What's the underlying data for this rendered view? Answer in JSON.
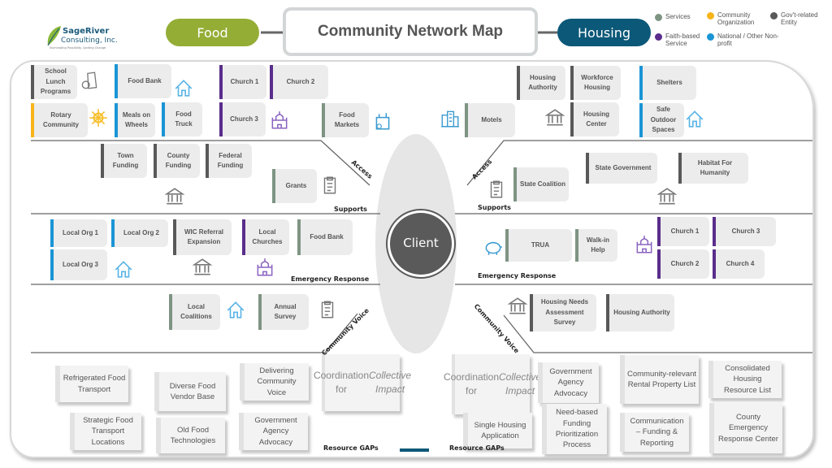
{
  "logo": {
    "name": "SageRiver",
    "sub": "Consulting, Inc.",
    "tagline": "Illuminating Possibility, Igniting Change"
  },
  "header": {
    "title": "Community Network Map",
    "left_pill": "Food",
    "right_pill": "Housing"
  },
  "colors": {
    "food": "#94ad35",
    "housing": "#0c5878",
    "services": "#7e9483",
    "community": "#f8b41b",
    "gov": "#595959",
    "faith": "#5a2d8c",
    "national": "#1a95d5",
    "client": "#5a5a5a"
  },
  "legend": [
    {
      "label": "Services",
      "category": "services"
    },
    {
      "label": "Community Organization",
      "category": "community"
    },
    {
      "label": "Gov't-related Entity",
      "category": "gov"
    },
    {
      "label": "Faith-based Service",
      "category": "faith"
    },
    {
      "label": "National / Other Non-profit",
      "category": "national"
    }
  ],
  "center": {
    "label": "Client"
  },
  "sections": {
    "access_left": "Access",
    "supports_left": "Supports",
    "emergency_left": "Emergency Response",
    "voice_left": "Community Voice",
    "gaps_left": "Resource GAPs",
    "access_right": "Access",
    "supports_right": "Supports",
    "emergency_right": "Emergency Response",
    "voice_right": "Community Voice",
    "gaps_right": "Resource GAPs"
  },
  "cards": [
    {
      "label": "School Lunch Programs",
      "category": "gov"
    },
    {
      "label": "Food Bank",
      "category": "national"
    },
    {
      "label": "Church 1",
      "category": "faith"
    },
    {
      "label": "Church 2",
      "category": "faith"
    },
    {
      "label": "Rotary Community",
      "category": "community"
    },
    {
      "label": "Meals on Wheels",
      "category": "national"
    },
    {
      "label": "Food Truck",
      "category": "national"
    },
    {
      "label": "Church 3",
      "category": "faith"
    },
    {
      "label": "Food Markets",
      "category": "services"
    },
    {
      "label": "Town Funding",
      "category": "gov"
    },
    {
      "label": "County Funding",
      "category": "gov"
    },
    {
      "label": "Federal Funding",
      "category": "gov"
    },
    {
      "label": "Grants",
      "category": "services"
    },
    {
      "label": "Local Org 1",
      "category": "national"
    },
    {
      "label": "Local Org 2",
      "category": "national"
    },
    {
      "label": "WIC Referral Expansion",
      "category": "gov"
    },
    {
      "label": "Local Churches",
      "category": "faith"
    },
    {
      "label": "Food Bank",
      "category": "services"
    },
    {
      "label": "Local Org 3",
      "category": "national"
    },
    {
      "label": "Local Coalitions",
      "category": "services"
    },
    {
      "label": "Annual Survey",
      "category": "services"
    },
    {
      "label": "Housing Authority",
      "category": "gov"
    },
    {
      "label": "Workforce Housing",
      "category": "gov"
    },
    {
      "label": "Shelters",
      "category": "national"
    },
    {
      "label": "Motels",
      "category": "services"
    },
    {
      "label": "Housing Center",
      "category": "gov"
    },
    {
      "label": "Safe Outdoor Spaces",
      "category": "national"
    },
    {
      "label": "State Government",
      "category": "gov"
    },
    {
      "label": "Habitat For Humanity",
      "category": "gov"
    },
    {
      "label": "State Coalition",
      "category": "services"
    },
    {
      "label": "TRUA",
      "category": "services"
    },
    {
      "label": "Walk-in Help",
      "category": "services"
    },
    {
      "label": "Church 1",
      "category": "faith"
    },
    {
      "label": "Church 3",
      "category": "faith"
    },
    {
      "label": "Church 2",
      "category": "faith"
    },
    {
      "label": "Church 4",
      "category": "faith"
    },
    {
      "label": "Housing Needs Assessment Survey",
      "category": "gov"
    },
    {
      "label": "Housing Authority",
      "category": "gov"
    }
  ],
  "gaps": [
    {
      "label": "Refrigerated Food Transport"
    },
    {
      "label": "Diverse Food Vendor Base"
    },
    {
      "label": "Delivering Community Voice"
    },
    {
      "label": "Coordination for Collective Impact"
    },
    {
      "label": "Strategic Food Transport Locations"
    },
    {
      "label": "Old Food Technologies"
    },
    {
      "label": "Government Agency Advocacy"
    },
    {
      "label": "Coordination for Collective Impact"
    },
    {
      "label": "Government Agency Advocacy"
    },
    {
      "label": "Community-relevant Rental Property List"
    },
    {
      "label": "Consolidated Housing Resource List"
    },
    {
      "label": "Single Housing Application"
    },
    {
      "label": "Need-based Funding Prioritization Process"
    },
    {
      "label": "Communication – Funding & Reporting"
    },
    {
      "label": "County Emergency Response Center"
    }
  ],
  "icons": [
    "lunch-bag",
    "house",
    "helm",
    "church",
    "grocery-bag",
    "bank",
    "clipboard",
    "bank",
    "church",
    "house",
    "house",
    "clipboard",
    "buildings",
    "bank",
    "house",
    "clipboard",
    "bank",
    "piggy-bank",
    "church",
    "bank"
  ]
}
